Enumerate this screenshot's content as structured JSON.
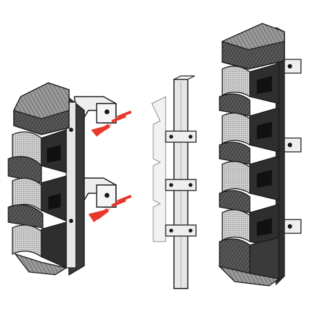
{
  "diagram": {
    "panels": [
      {
        "id": "bracket-assembly",
        "description_visible": false
      },
      {
        "id": "post-with-clamps",
        "description_visible": false
      },
      {
        "id": "mounted-fender",
        "description_visible": false
      }
    ],
    "arrows": [
      {
        "id": "upper-arrow",
        "direction": "left-down"
      },
      {
        "id": "lower-arrow",
        "direction": "left-down"
      }
    ],
    "colors": {
      "ink": "#1a1a1a",
      "block_dark": "#3a3a3a",
      "block_mid": "#6a6a6a",
      "block_light": "#d9d9d9",
      "metal": "#eeeeee",
      "post": "#e6e6e6",
      "arrow": "#e8372c",
      "background": "#ffffff"
    }
  }
}
